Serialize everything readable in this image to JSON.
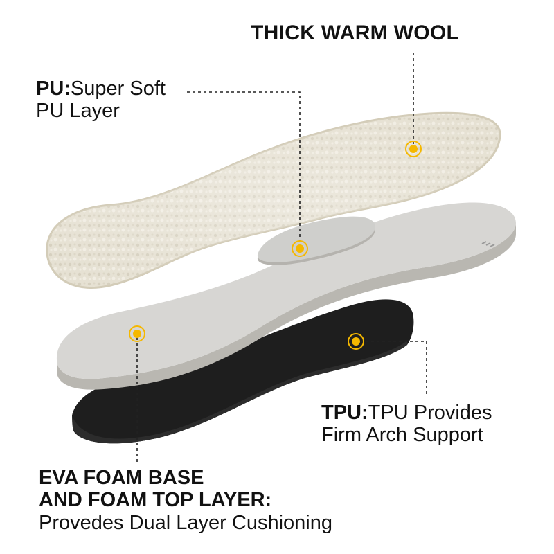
{
  "labels": {
    "wool": {
      "title": "THICK WARM WOOL"
    },
    "pu": {
      "prefix": "PU:",
      "line1": "Super Soft",
      "line2": "PU Layer"
    },
    "tpu": {
      "prefix": "TPU:",
      "line1": "TPU Provides",
      "line2": "Firm Arch Support"
    },
    "eva": {
      "line1": "EVA FOAM BASE",
      "line2": "AND FOAM TOP LAYER:",
      "line3": "Provedes Dual Layer Cushioning"
    }
  },
  "colors": {
    "wool": "#e6e1d3",
    "pu_layer": "#cfcfcc",
    "foam_top": "#d7d6d3",
    "eva_base": "#1e1e1e",
    "marker": "#f5b800",
    "leader_line": "#222222"
  }
}
